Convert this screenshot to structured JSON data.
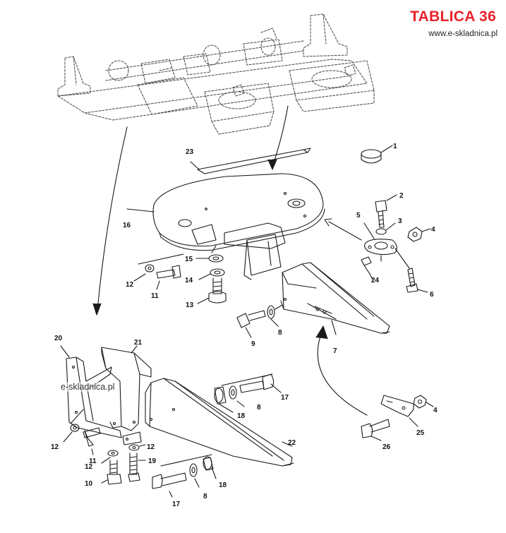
{
  "header": {
    "title": "TABLICA 36",
    "website": "www.e-skladnica.pl"
  },
  "watermark": "e-skladnica.pl",
  "colors": {
    "title": "#e8222a",
    "line": "#1a1a1a"
  },
  "callouts": [
    "1",
    "2",
    "3",
    "4",
    "5",
    "6",
    "7",
    "8",
    "9",
    "10",
    "11",
    "12",
    "13",
    "14",
    "15",
    "16",
    "17",
    "18",
    "19",
    "20",
    "21",
    "22",
    "23",
    "24",
    "25",
    "26"
  ]
}
